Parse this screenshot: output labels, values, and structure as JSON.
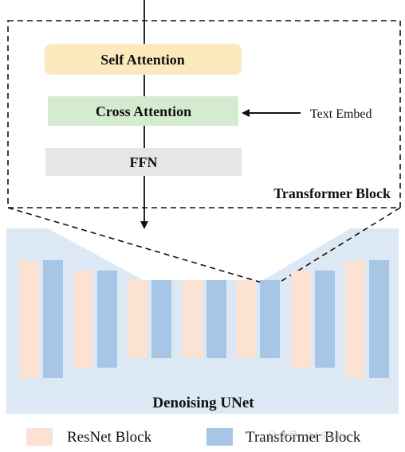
{
  "transformer_block": {
    "title": "Transformer Block",
    "layers": {
      "self_attention": "Self Attention",
      "cross_attention": "Cross Attention",
      "ffn": "FFN"
    },
    "text_embed": "Text Embed"
  },
  "unet": {
    "title": "Denoising UNet"
  },
  "legend": {
    "resnet": "ResNet Block",
    "transformer": "Transformer Block",
    "watermark": "公众号 · AI Studio"
  },
  "colors": {
    "self_attention_fill": "#fce9bd",
    "cross_attention_fill": "#d5ebcf",
    "ffn_fill": "#e6e6e6",
    "resnet_fill": "#fbe2d3",
    "transformer_fill": "#a7c6e6",
    "unet_background": "#dce9f5",
    "line": "#111111"
  }
}
